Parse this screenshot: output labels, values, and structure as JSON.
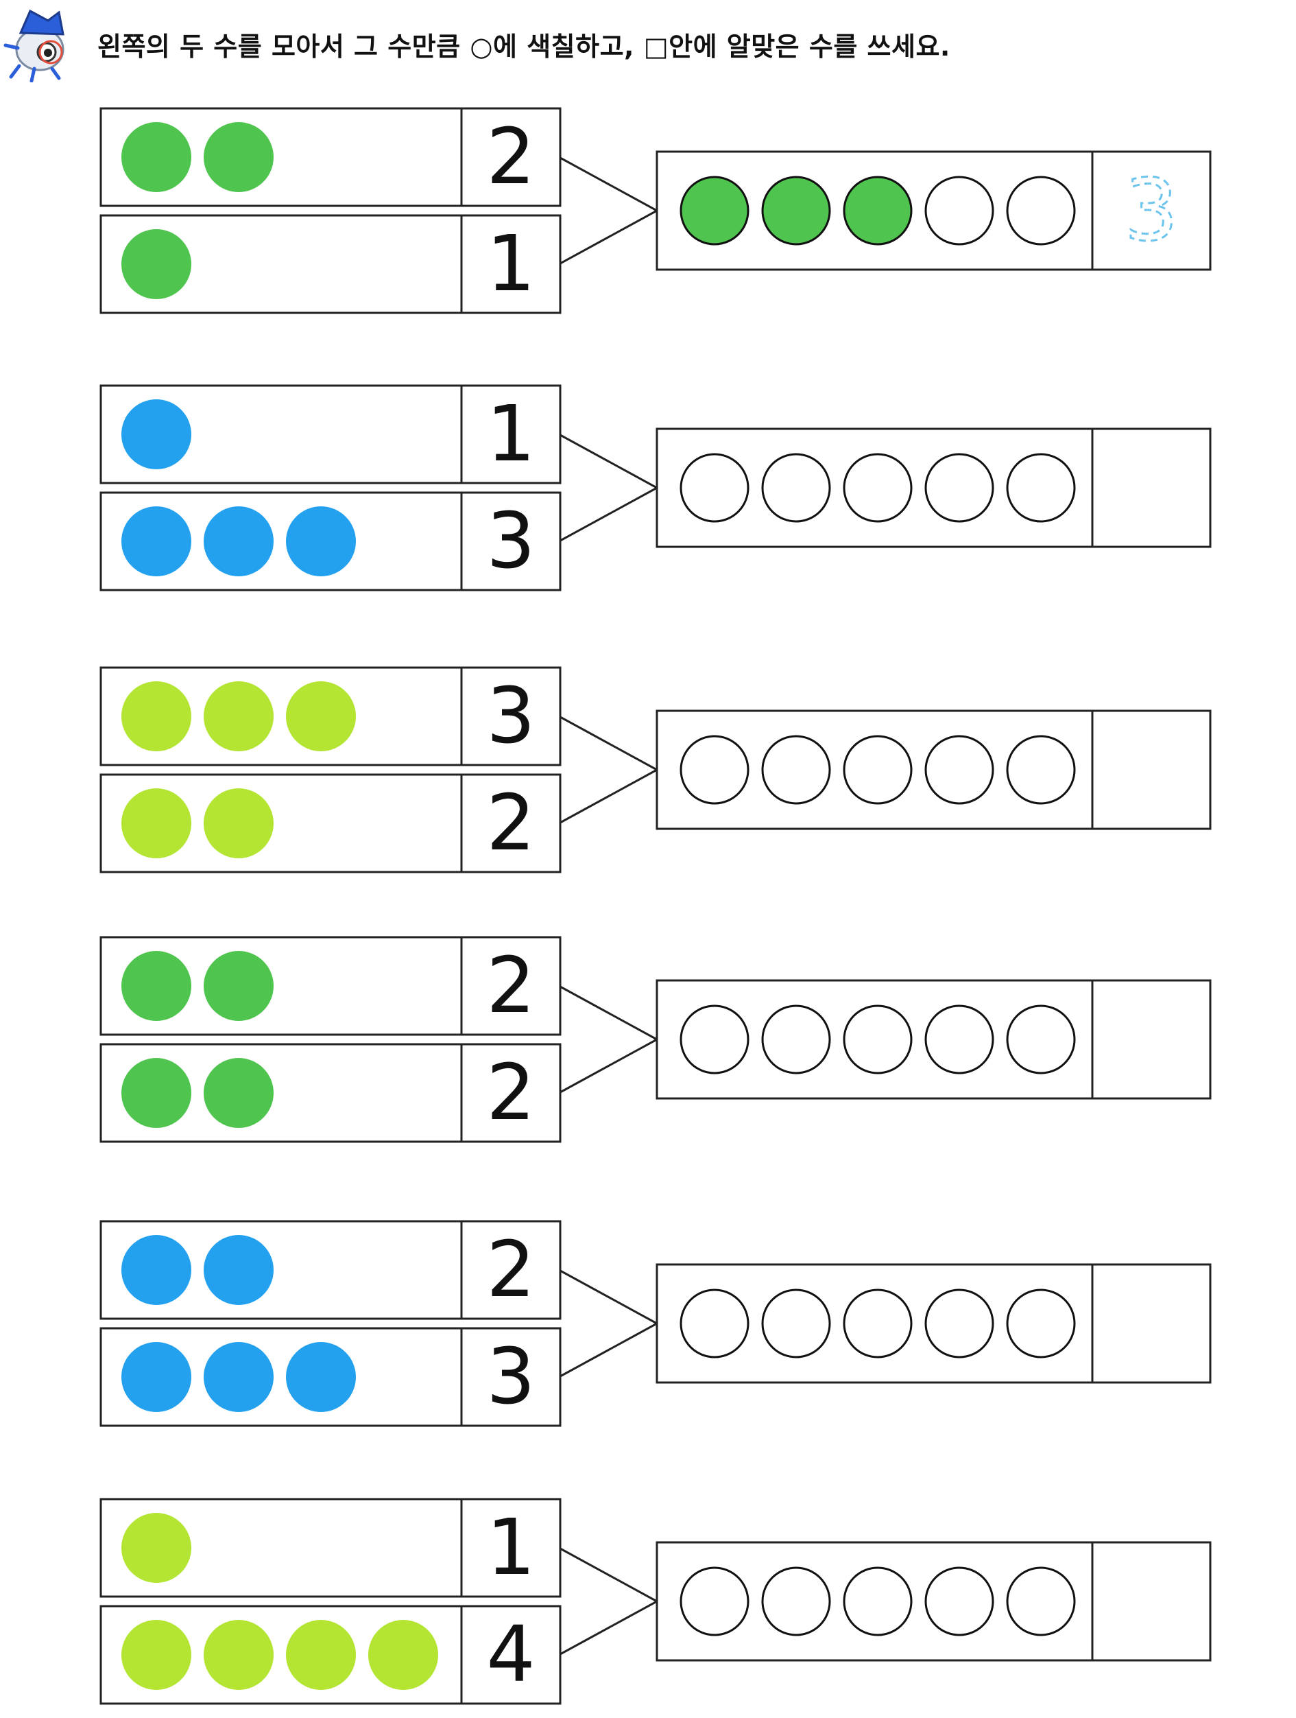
{
  "instruction": "왼쪽의 두 수를 모아서 그 수만큼 ○에 색칠하고, □안에 알맞은 수를 쓰세요.",
  "palette": {
    "green": "#4fc44f",
    "blue": "#23a1ef",
    "lime": "#b3e532",
    "trace": "#6cc3ec"
  },
  "problems": [
    {
      "top": {
        "count": 2,
        "label": "2",
        "color": "green"
      },
      "bottom": {
        "count": 1,
        "label": "1",
        "color": "green"
      },
      "answer": {
        "filled": 3,
        "label": "3",
        "style": "traced"
      }
    },
    {
      "top": {
        "count": 1,
        "label": "1",
        "color": "blue"
      },
      "bottom": {
        "count": 3,
        "label": "3",
        "color": "blue"
      },
      "answer": {
        "filled": 0,
        "label": "",
        "style": "blank"
      }
    },
    {
      "top": {
        "count": 3,
        "label": "3",
        "color": "lime"
      },
      "bottom": {
        "count": 2,
        "label": "2",
        "color": "lime"
      },
      "answer": {
        "filled": 0,
        "label": "",
        "style": "blank"
      }
    },
    {
      "top": {
        "count": 2,
        "label": "2",
        "color": "green"
      },
      "bottom": {
        "count": 2,
        "label": "2",
        "color": "green"
      },
      "answer": {
        "filled": 0,
        "label": "",
        "style": "blank"
      }
    },
    {
      "top": {
        "count": 2,
        "label": "2",
        "color": "blue"
      },
      "bottom": {
        "count": 3,
        "label": "3",
        "color": "blue"
      },
      "answer": {
        "filled": 0,
        "label": "",
        "style": "blank"
      }
    },
    {
      "top": {
        "count": 1,
        "label": "1",
        "color": "lime"
      },
      "bottom": {
        "count": 4,
        "label": "4",
        "color": "lime"
      },
      "answer": {
        "filled": 0,
        "label": "",
        "style": "blank"
      }
    }
  ],
  "answer_circle_total": 5,
  "icons": {
    "mascot": "cartoon-mascot-icon"
  }
}
